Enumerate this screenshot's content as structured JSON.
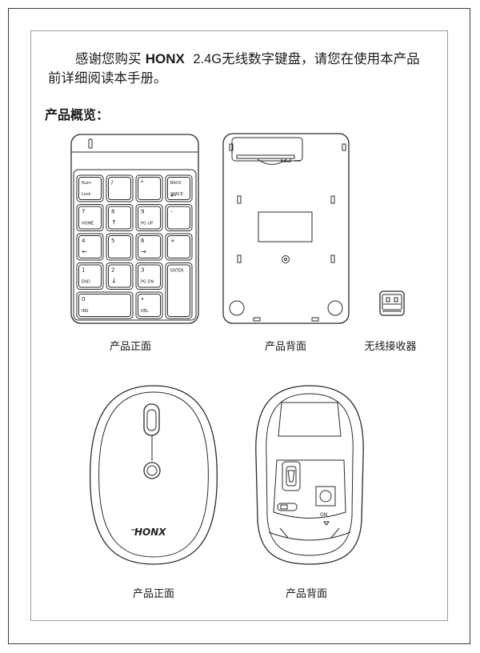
{
  "intro": {
    "before": "感谢您购买 ",
    "brand": "HONX",
    "model": "2.4G",
    "after": "无线数字键盘，请您在使用本产品前详细阅读本手册。"
  },
  "section_title": "产品概览：",
  "keypad_keys": [
    {
      "top": "Num",
      "bottom": "Lock"
    },
    {
      "top": "/",
      "bottom": ""
    },
    {
      "top": "*",
      "bottom": ""
    },
    {
      "top": "BACK",
      "bottom": "SPACE",
      "glyph": "←"
    },
    {
      "top": "7",
      "bottom": "HOME"
    },
    {
      "top": "8",
      "bottom": "↑"
    },
    {
      "top": "9",
      "bottom": "PG UP"
    },
    {
      "top": "-",
      "bottom": ""
    },
    {
      "top": "4",
      "bottom": "←"
    },
    {
      "top": "5",
      "bottom": ""
    },
    {
      "top": "6",
      "bottom": "→"
    },
    {
      "top": "+",
      "bottom": ""
    },
    {
      "top": "1",
      "bottom": "END"
    },
    {
      "top": "2",
      "bottom": "↓"
    },
    {
      "top": "3",
      "bottom": "PG DN"
    },
    {
      "top": "ENTER",
      "bottom": ""
    },
    {
      "top": "0",
      "bottom": "INS"
    },
    {
      "top": "•",
      "bottom": "DEL"
    }
  ],
  "captions": {
    "keypad_front": "产品正面",
    "keypad_back": "产品背面",
    "receiver": "无线接收器",
    "mouse_front": "产品正面",
    "mouse_back": "产品背面"
  },
  "mouse_logo": "HONX",
  "mouse_switch_label": "ON"
}
